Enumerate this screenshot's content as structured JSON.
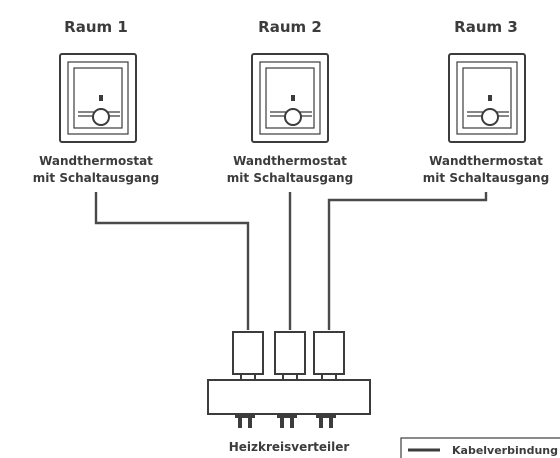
{
  "rooms": [
    {
      "title": "Raum 1",
      "device_line1": "Wandthermostat",
      "device_line2": "mit Schaltausgang"
    },
    {
      "title": "Raum 2",
      "device_line1": "Wandthermostat",
      "device_line2": "mit Schaltausgang"
    },
    {
      "title": "Raum 3",
      "device_line1": "Wandthermostat",
      "device_line2": "mit Schaltausgang"
    }
  ],
  "manifold": {
    "label": "Heizkreisverteiler"
  },
  "legend": {
    "label": "Kabelverbindung"
  }
}
